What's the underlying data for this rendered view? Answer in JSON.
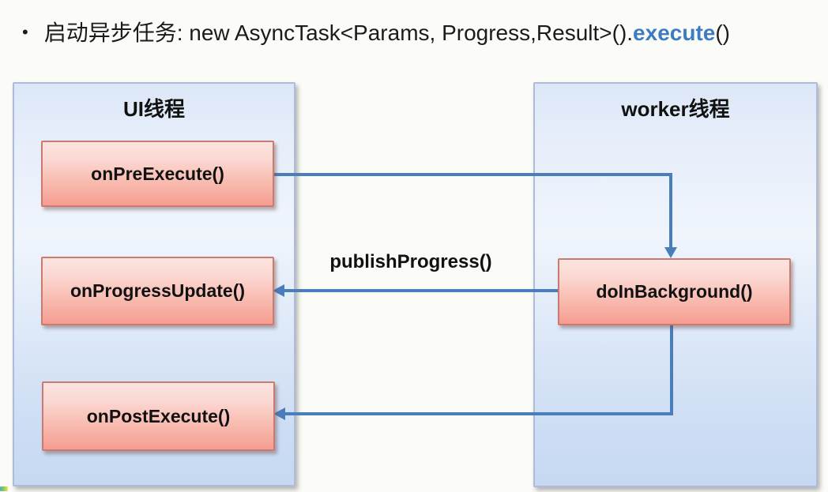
{
  "bullet": {
    "marker": "•",
    "zh": "启动异步任务",
    "sep": ": ",
    "code": "new AsyncTask<Params, Progress,Result>().",
    "highlight": "execute",
    "tail": "()"
  },
  "panels": {
    "ui": {
      "title": "UI线程"
    },
    "worker": {
      "title": "worker线程"
    }
  },
  "boxes": {
    "onPreExecute": "onPreExecute()",
    "onProgressUpdate": "onProgressUpdate()",
    "onPostExecute": "onPostExecute()",
    "doInBackground": "doInBackground()"
  },
  "arrows": {
    "publish_label": "publishProgress()",
    "edges": [
      {
        "from": "onPreExecute()",
        "to": "doInBackground()",
        "label": ""
      },
      {
        "from": "doInBackground()",
        "to": "onProgressUpdate()",
        "label": "publishProgress()"
      },
      {
        "from": "doInBackground()",
        "to": "onPostExecute()",
        "label": ""
      }
    ]
  },
  "colors": {
    "arrow_blue": "#4a7ebb",
    "execute_blue": "#3c7dc1",
    "box_border": "#cb7a70",
    "panel_border": "#aebcd9"
  }
}
